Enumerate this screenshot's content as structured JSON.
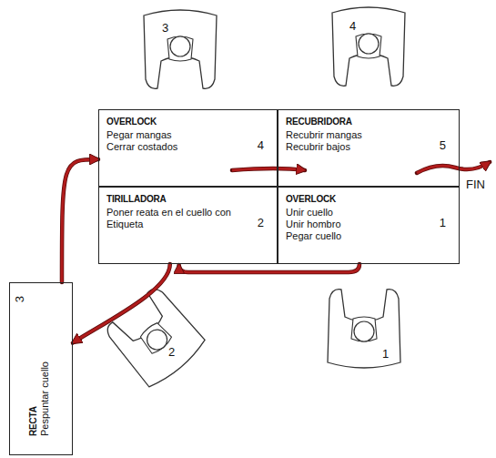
{
  "diagram": {
    "nodes": [
      {
        "text": [
          "OVERLOCK",
          "Pegar mangas",
          "Cerrar costados",
          "4"
        ]
      },
      {
        "text": [
          "RECUBRIDORA",
          "Recubrir mangas",
          "Recubrir bajos",
          "5"
        ]
      },
      {
        "text": [
          "TIRILLADORA",
          "Poner reata en el cuello con Etiqueta",
          "2"
        ]
      },
      {
        "text": [
          "OVERLOCK",
          "Unir cuello",
          "Unir hombro",
          "Pegar cuello",
          "1"
        ]
      },
      {
        "text": [
          "RECTA",
          "Pespuntar cuello",
          "3"
        ]
      }
    ],
    "edges": [
      {
        "from": 3,
        "to": 2,
        "arrow": "to"
      },
      {
        "from": 2,
        "to": 4,
        "arrow": "to"
      },
      {
        "from": 4,
        "to": 0,
        "arrow": "to"
      },
      {
        "from": 0,
        "to": 1,
        "arrow": "to"
      }
    ],
    "labels": [
      "3",
      "4",
      "2",
      "1",
      "FIN"
    ]
  }
}
